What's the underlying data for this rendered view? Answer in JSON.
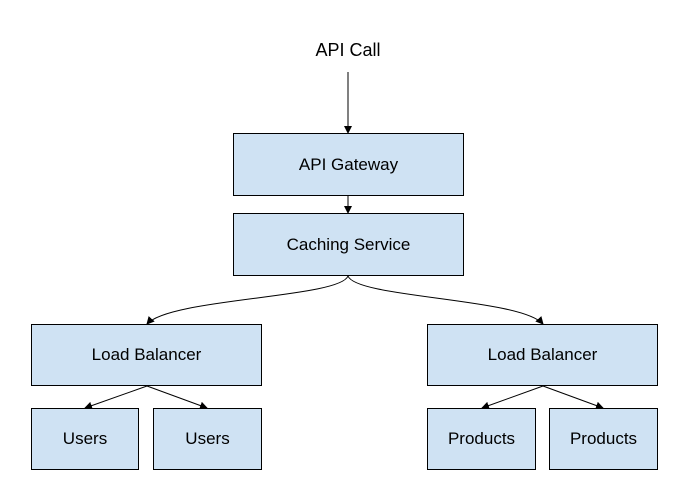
{
  "diagram": {
    "entry_label": "API Call",
    "gateway_label": "API Gateway",
    "cache_label": "Caching Service",
    "lb_left_label": "Load Balancer",
    "lb_right_label": "Load Balancer",
    "users_1_label": "Users",
    "users_2_label": "Users",
    "products_1_label": "Products",
    "products_2_label": "Products"
  },
  "colors": {
    "node_fill": "#cfe2f3",
    "node_border": "#000000",
    "edge": "#000000"
  }
}
